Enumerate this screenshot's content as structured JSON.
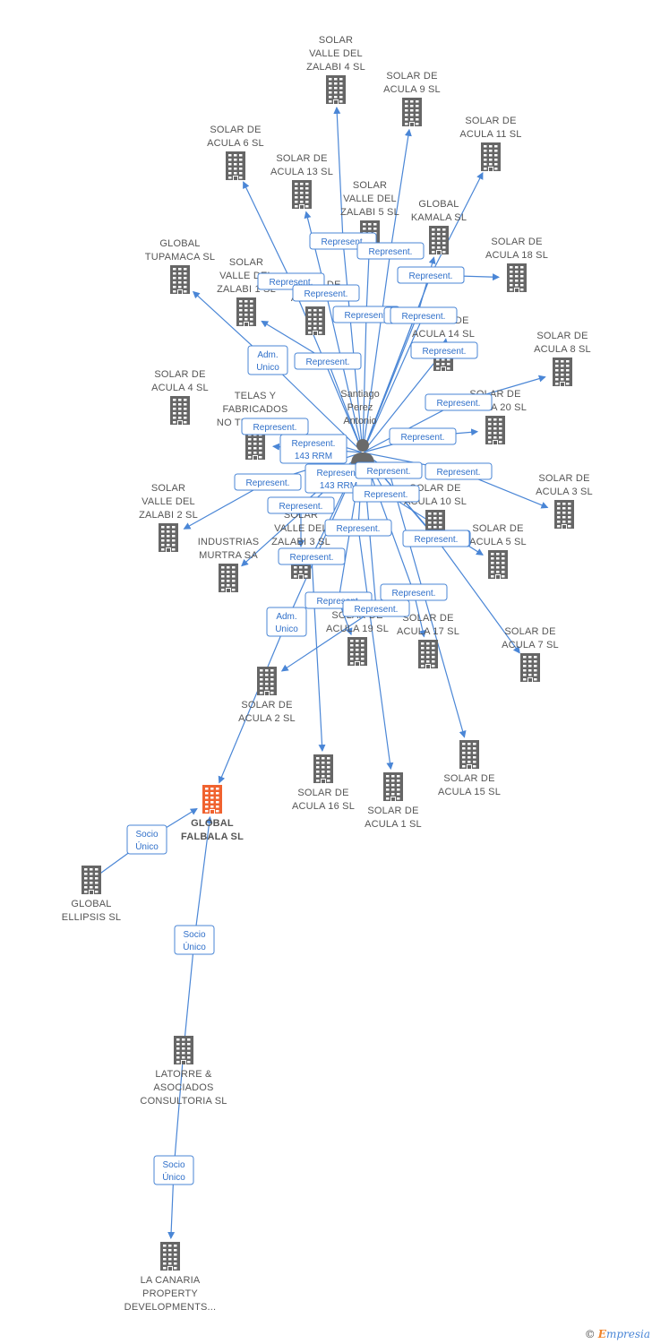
{
  "colors": {
    "edge": "#4a86d6",
    "building": "#666666",
    "focus_building": "#f0622f",
    "label": "#555555",
    "rel_text": "#2f6fc9"
  },
  "brand": {
    "copyright": "©",
    "initial": "E",
    "name": "mpresia"
  },
  "person": {
    "id": "person",
    "lines": [
      "Santiago",
      "Perez",
      "Antonio"
    ],
    "icon": "person-icon"
  },
  "nodes": [
    {
      "id": "zalabi4",
      "lines": [
        "SOLAR",
        "VALLE DEL",
        "ZALABI 4 SL"
      ]
    },
    {
      "id": "acula9",
      "lines": [
        "SOLAR DE",
        "ACULA 9 SL"
      ]
    },
    {
      "id": "acula11",
      "lines": [
        "SOLAR DE",
        "ACULA 11 SL"
      ]
    },
    {
      "id": "acula6",
      "lines": [
        "SOLAR DE",
        "ACULA 6 SL"
      ]
    },
    {
      "id": "acula13",
      "lines": [
        "SOLAR DE",
        "ACULA 13 SL"
      ]
    },
    {
      "id": "zalabi5",
      "lines": [
        "SOLAR",
        "VALLE DEL",
        "ZALABI 5 SL"
      ]
    },
    {
      "id": "kamala",
      "lines": [
        "GLOBAL",
        "KAMALA SL"
      ]
    },
    {
      "id": "tupamaca",
      "lines": [
        "GLOBAL",
        "TUPAMACA SL"
      ]
    },
    {
      "id": "zalabi1",
      "lines": [
        "SOLAR",
        "VALLE DEL",
        "ZALABI 1 SL"
      ]
    },
    {
      "id": "acula_hidden",
      "lines": [
        "SOLAR DE",
        "ACULA SL"
      ]
    },
    {
      "id": "acula18",
      "lines": [
        "SOLAR DE",
        "ACULA 18 SL"
      ]
    },
    {
      "id": "acula14",
      "lines": [
        "SOLAR DE",
        "ACULA 14 SL"
      ]
    },
    {
      "id": "acula8",
      "lines": [
        "SOLAR DE",
        "ACULA 8 SL"
      ]
    },
    {
      "id": "acula4",
      "lines": [
        "SOLAR DE",
        "ACULA 4 SL"
      ]
    },
    {
      "id": "telas",
      "lines": [
        "TELAS Y",
        "FABRICADOS",
        "NO TEJIDOS SA"
      ]
    },
    {
      "id": "acula20",
      "lines": [
        "SOLAR DE",
        "ACULA 20 SL"
      ]
    },
    {
      "id": "zalabi2",
      "lines": [
        "SOLAR",
        "VALLE DEL",
        "ZALABI 2 SL"
      ]
    },
    {
      "id": "zalabi3",
      "lines": [
        "SOLAR",
        "VALLE DEL",
        "ZALABI 3 SL"
      ]
    },
    {
      "id": "murtra",
      "lines": [
        "INDUSTRIAS",
        "MURTRA SA"
      ]
    },
    {
      "id": "acula3",
      "lines": [
        "SOLAR DE",
        "ACULA 3 SL"
      ]
    },
    {
      "id": "acula5",
      "lines": [
        "SOLAR DE",
        "ACULA 5 SL"
      ]
    },
    {
      "id": "acula_mid",
      "lines": [
        "SOLAR DE",
        "ACULA 10 SL"
      ]
    },
    {
      "id": "acula19",
      "lines": [
        "SOLAR DE",
        "ACULA 19 SL"
      ]
    },
    {
      "id": "acula17",
      "lines": [
        "SOLAR DE",
        "ACULA 17 SL"
      ]
    },
    {
      "id": "acula7",
      "lines": [
        "SOLAR DE",
        "ACULA 7 SL"
      ]
    },
    {
      "id": "acula2",
      "lines": [
        "SOLAR DE",
        "ACULA 2 SL"
      ]
    },
    {
      "id": "acula16",
      "lines": [
        "SOLAR DE",
        "ACULA 16 SL"
      ]
    },
    {
      "id": "acula1",
      "lines": [
        "SOLAR DE",
        "ACULA 1 SL"
      ]
    },
    {
      "id": "acula15",
      "lines": [
        "SOLAR DE",
        "ACULA 15 SL"
      ]
    },
    {
      "id": "falbala",
      "lines": [
        "GLOBAL",
        "FALBALA SL"
      ],
      "focus": true
    },
    {
      "id": "ellipsis",
      "lines": [
        "GLOBAL",
        "ELLIPSIS SL"
      ]
    },
    {
      "id": "latorre",
      "lines": [
        "LATORRE &",
        "ASOCIADOS",
        "CONSULTORIA SL"
      ]
    },
    {
      "id": "canaria",
      "lines": [
        "LA CANARIA",
        "PROPERTY",
        "DEVELOPMENTS..."
      ]
    }
  ],
  "relations": [
    {
      "from": "person",
      "to": "zalabi4",
      "lines": [
        "Represent."
      ]
    },
    {
      "from": "person",
      "to": "acula9",
      "lines": [
        "Represent."
      ]
    },
    {
      "from": "person",
      "to": "acula11",
      "lines": [
        "Represent."
      ]
    },
    {
      "from": "person",
      "to": "acula6",
      "lines": [
        "Represent."
      ]
    },
    {
      "from": "person",
      "to": "acula13",
      "lines": [
        "Represent."
      ]
    },
    {
      "from": "person",
      "to": "zalabi5",
      "lines": [
        "Represent."
      ]
    },
    {
      "from": "person",
      "to": "kamala",
      "lines": [
        "Represent."
      ]
    },
    {
      "from": "person",
      "to": "tupamaca",
      "lines": [
        "Adm.",
        "Unico"
      ]
    },
    {
      "from": "person",
      "to": "zalabi1",
      "lines": [
        "Represent."
      ]
    },
    {
      "from": "person",
      "to": "acula_hidden",
      "lines": [
        "Represent."
      ]
    },
    {
      "from": "person",
      "to": "acula18",
      "lines": [
        "Represent."
      ]
    },
    {
      "from": "person",
      "to": "acula14",
      "lines": [
        "Represent."
      ]
    },
    {
      "from": "person",
      "to": "acula8",
      "lines": [
        "Represent."
      ]
    },
    {
      "from": "person",
      "to": "telas",
      "lines": [
        "Represent."
      ]
    },
    {
      "from": "person",
      "to": "telas",
      "lines": [
        "Represent.",
        "143 RRM"
      ]
    },
    {
      "from": "person",
      "to": "acula20",
      "lines": [
        "Represent."
      ]
    },
    {
      "from": "person",
      "to": "zalabi2",
      "lines": [
        "Represent."
      ]
    },
    {
      "from": "person",
      "to": "zalabi3",
      "lines": [
        "Represent."
      ]
    },
    {
      "from": "person",
      "to": "murtra",
      "lines": [
        "Represent.",
        "143 RRM"
      ]
    },
    {
      "from": "person",
      "to": "acula3",
      "lines": [
        "Represent."
      ]
    },
    {
      "from": "person",
      "to": "acula5",
      "lines": [
        "Represent."
      ]
    },
    {
      "from": "person",
      "to": "acula_mid",
      "lines": [
        "Represent."
      ]
    },
    {
      "from": "person",
      "to": "acula19",
      "lines": [
        "Represent."
      ]
    },
    {
      "from": "person",
      "to": "acula17",
      "lines": [
        "Represent."
      ]
    },
    {
      "from": "person",
      "to": "acula7",
      "lines": [
        "Represent."
      ]
    },
    {
      "from": "person",
      "to": "acula2",
      "lines": [
        "Represent."
      ]
    },
    {
      "from": "person",
      "to": "acula16",
      "lines": [
        "Represent."
      ]
    },
    {
      "from": "person",
      "to": "acula1",
      "lines": [
        "Represent."
      ]
    },
    {
      "from": "person",
      "to": "acula15",
      "lines": [
        "Represent."
      ]
    },
    {
      "from": "person",
      "to": "falbala",
      "lines": [
        "Adm.",
        "Unico"
      ]
    },
    {
      "from": "ellipsis",
      "to": "falbala",
      "lines": [
        "Socio",
        "Único"
      ]
    },
    {
      "from": "latorre",
      "to": "falbala",
      "lines": [
        "Socio",
        "Único"
      ]
    },
    {
      "from": "latorre",
      "to": "canaria",
      "lines": [
        "Socio",
        "Único"
      ]
    }
  ]
}
